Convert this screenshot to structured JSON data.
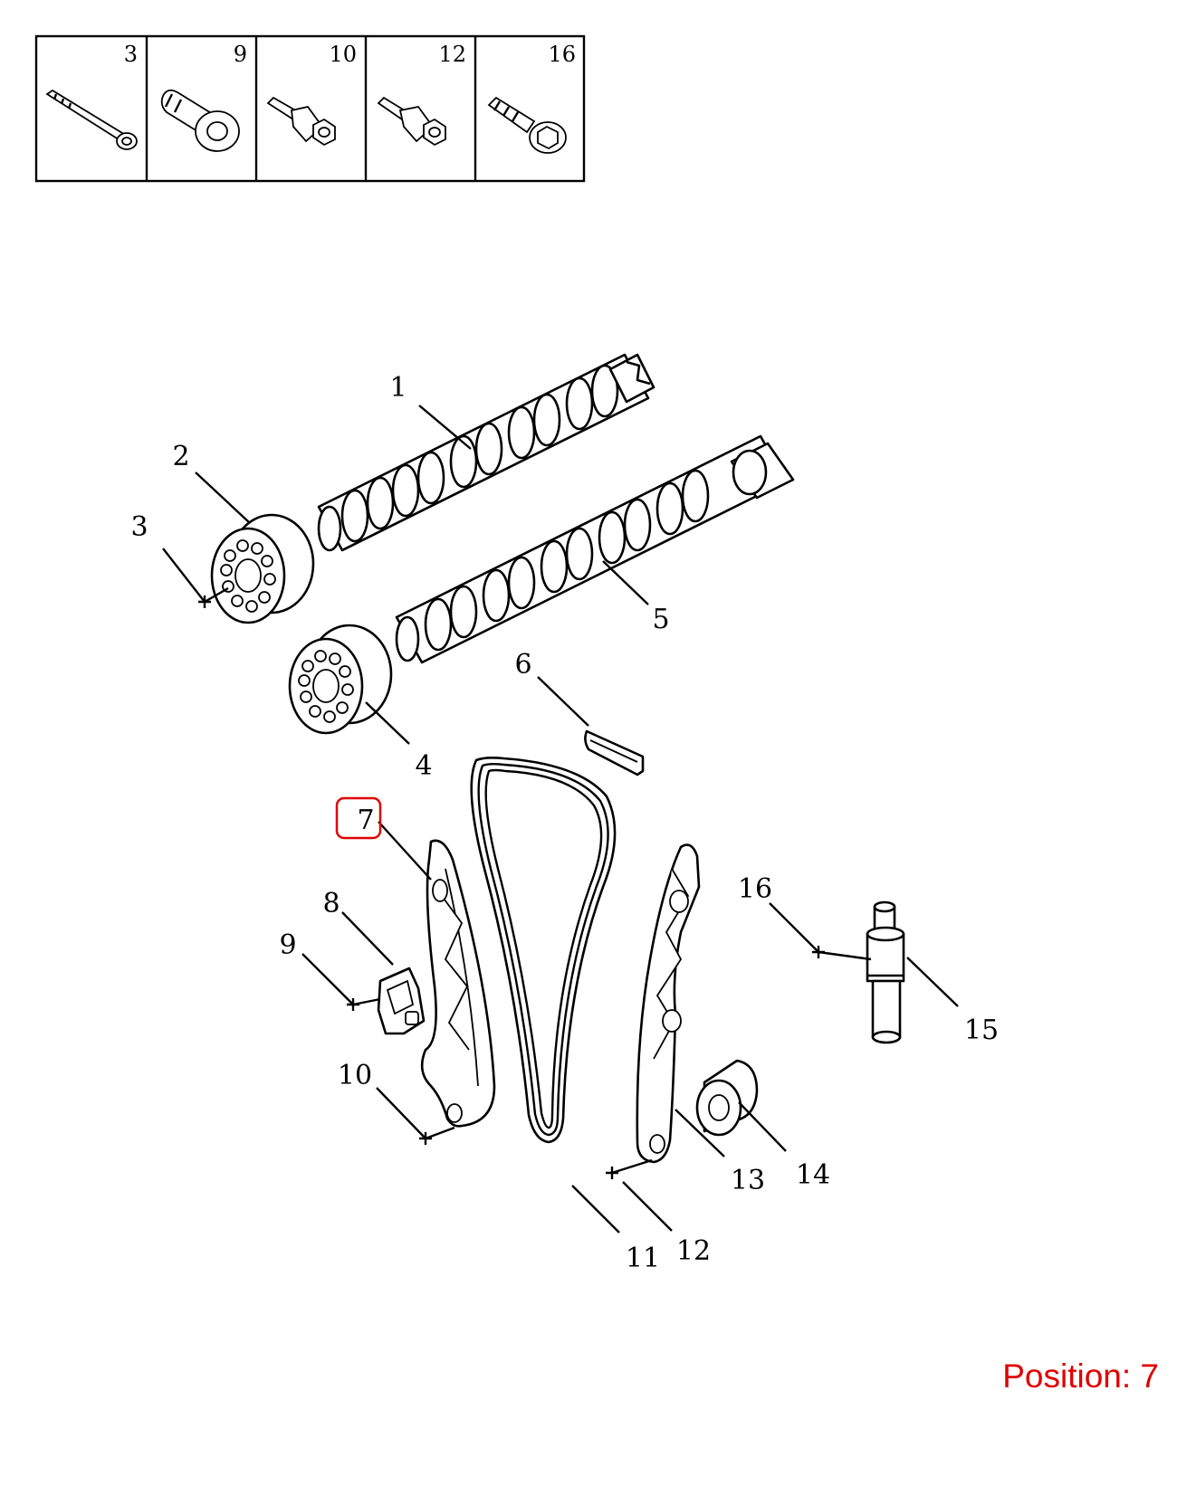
{
  "thumbnails": [
    {
      "number": "3",
      "icon": "long-bolt-icon"
    },
    {
      "number": "9",
      "icon": "torx-flange-bolt-icon"
    },
    {
      "number": "10",
      "icon": "hex-shoulder-bolt-icon"
    },
    {
      "number": "12",
      "icon": "hex-shoulder-bolt-icon"
    },
    {
      "number": "16",
      "icon": "hex-flange-bolt-icon"
    }
  ],
  "callouts": [
    "1",
    "2",
    "3",
    "4",
    "5",
    "6",
    "7",
    "8",
    "9",
    "10",
    "11",
    "12",
    "13",
    "14",
    "15",
    "16"
  ],
  "highlighted_callout": "7",
  "highlight_color": "#e00000",
  "position_label": "Position: 7"
}
